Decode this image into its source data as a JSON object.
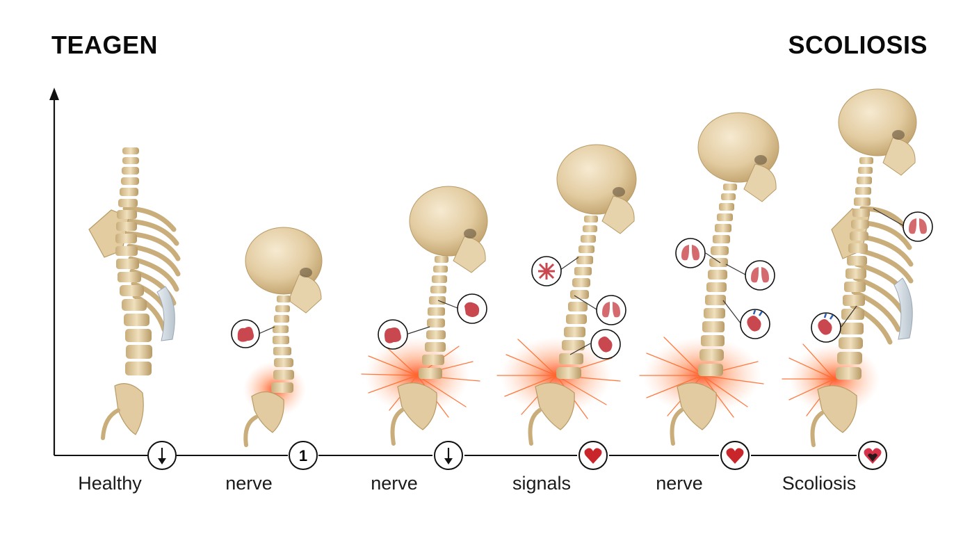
{
  "header": {
    "title_left": "TEAGEN",
    "title_right": "SCOLIOSIS"
  },
  "stages": [
    {
      "label": "Healthy",
      "marker": "down-arrow-icon",
      "marker_text": ""
    },
    {
      "label": "nerve",
      "marker": "number-one-icon",
      "marker_text": "1"
    },
    {
      "label": "nerve",
      "marker": "down-arrow-icon",
      "marker_text": ""
    },
    {
      "label": "signals",
      "marker": "heart-icon",
      "marker_text": ""
    },
    {
      "label": "nerve",
      "marker": "heart-icon",
      "marker_text": ""
    },
    {
      "label": "Scoliosis",
      "marker": "dark-heart-icon",
      "marker_text": ""
    }
  ],
  "colors": {
    "bone": "#e6d3ac",
    "bone_dark": "#b89a66",
    "bone_light": "#f3e7cc",
    "pain": "#ff5a1f",
    "organ": "#c9474e",
    "heart_marker": "#c8262b",
    "axis": "#111111"
  }
}
